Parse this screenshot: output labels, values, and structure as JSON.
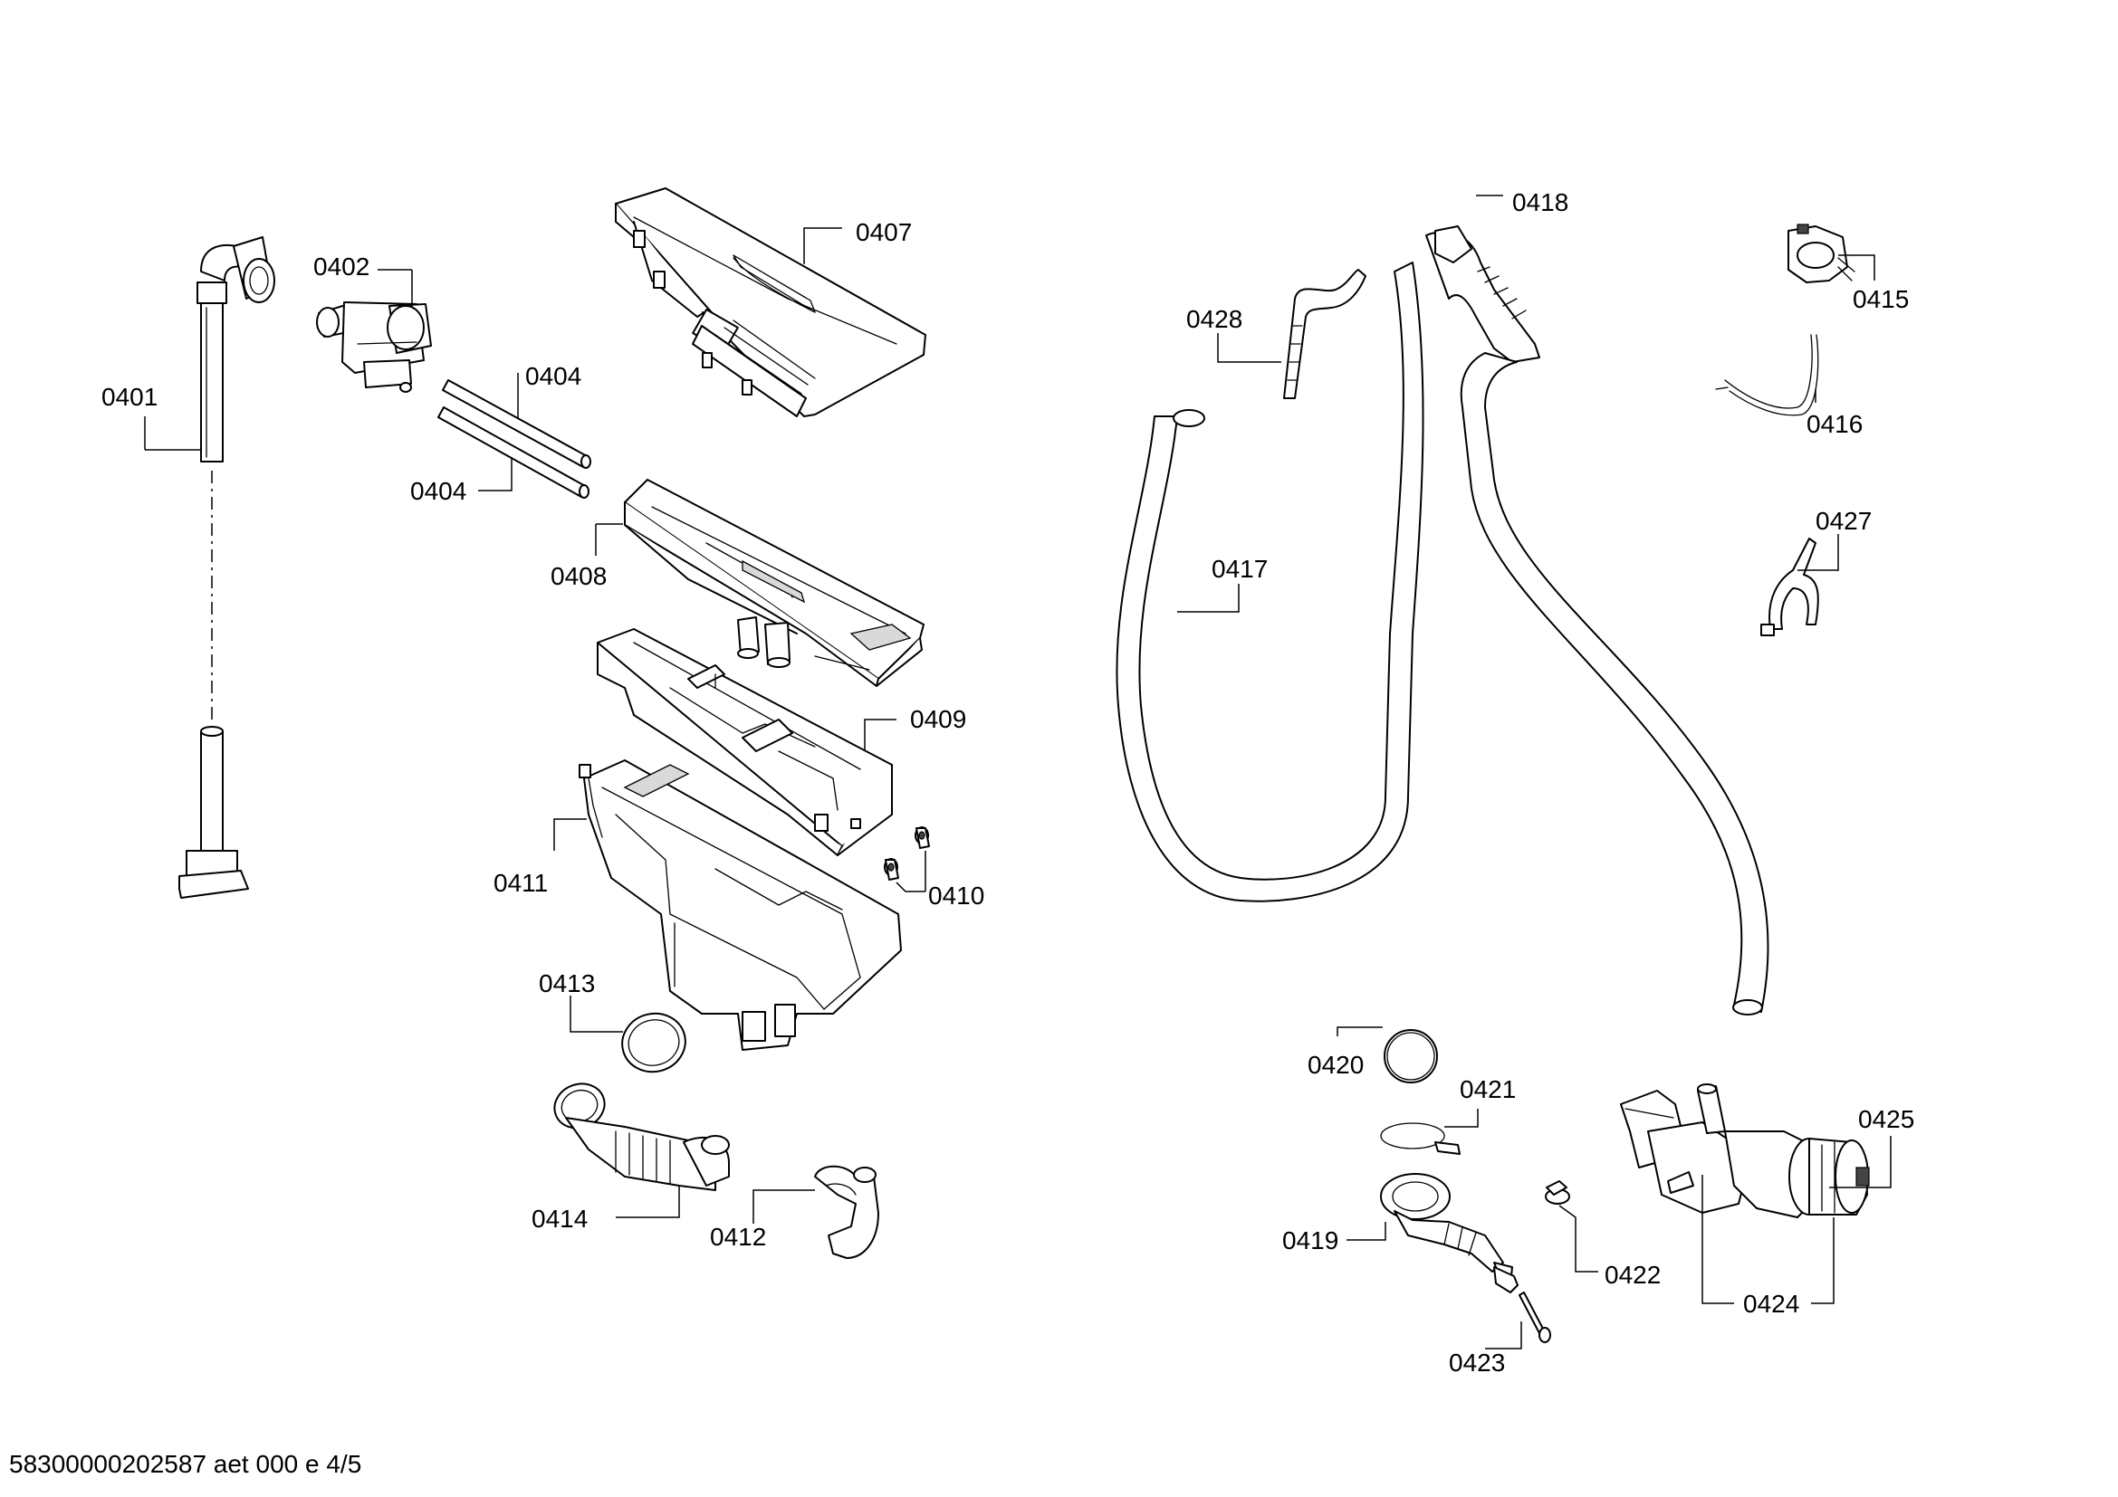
{
  "diagram": {
    "labels": {
      "p0401": "0401",
      "p0402": "0402",
      "p0404a": "0404",
      "p0404b": "0404",
      "p0407": "0407",
      "p0408": "0408",
      "p0409": "0409",
      "p0410": "0410",
      "p0411": "0411",
      "p0412": "0412",
      "p0413": "0413",
      "p0414": "0414",
      "p0415": "0415",
      "p0416": "0416",
      "p0417": "0417",
      "p0418": "0418",
      "p0419": "0419",
      "p0420": "0420",
      "p0421": "0421",
      "p0422": "0422",
      "p0423": "0423",
      "p0424": "0424",
      "p0425": "0425",
      "p0427": "0427",
      "p0428": "0428"
    }
  },
  "footer": {
    "doc_id": "58300000202587 aet 000 e 4/5"
  }
}
